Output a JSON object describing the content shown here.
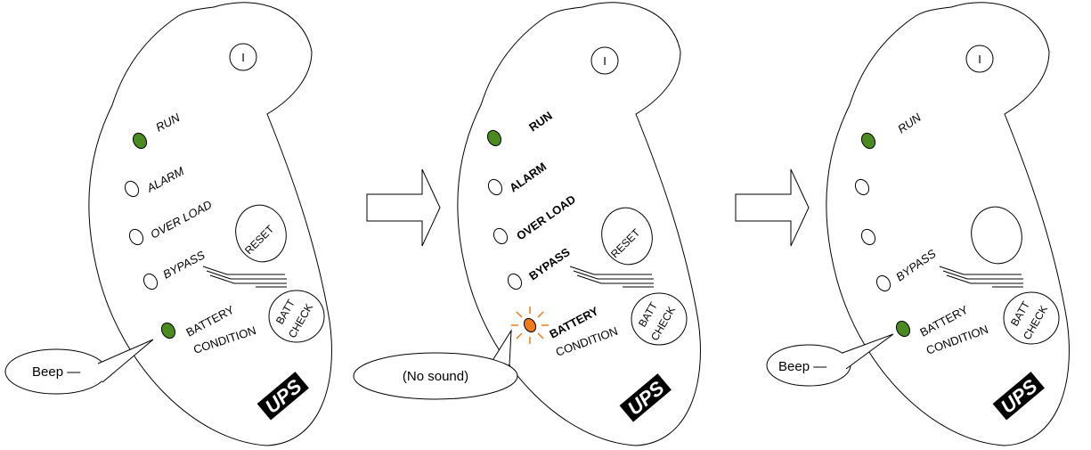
{
  "colors": {
    "led_on": "#4a8a1e",
    "led_off": "#ffffff",
    "led_blink": "#f07a1a",
    "outline": "#000000",
    "ups_bg": "#000000"
  },
  "panels": [
    {
      "power_symbol": "I",
      "labels": {
        "run": "RUN",
        "alarm": "ALARM",
        "overload": "OVER LOAD",
        "bypass": "BYPASS",
        "battery": "BATTERY",
        "condition": "CONDITION"
      },
      "reset_button": {
        "line1": "RESET"
      },
      "batt_check_button": {
        "line1": "BATT",
        "line2": "CHECK"
      },
      "logo": "UPS",
      "leds": {
        "run": "on",
        "alarm": "off",
        "overload": "off",
        "bypass": "off",
        "battery": "on"
      },
      "callout": "Beep —"
    },
    {
      "power_symbol": "I",
      "labels": {
        "run": "RUN",
        "alarm": "ALARM",
        "overload": "OVER LOAD",
        "bypass": "BYPASS",
        "battery": "BATTERY",
        "condition": "CONDITION"
      },
      "reset_button": {
        "line1": "RESET"
      },
      "batt_check_button": {
        "line1": "BATT",
        "line2": "CHECK"
      },
      "logo": "UPS",
      "leds": {
        "run": "on",
        "alarm": "off",
        "overload": "off",
        "bypass": "off",
        "battery": "blinking"
      },
      "callout": "(No sound)"
    },
    {
      "power_symbol": "I",
      "labels": {
        "run": "RUN",
        "bypass": "BYPASS",
        "battery": "BATTERY",
        "condition": "CONDITION"
      },
      "batt_check_button": {
        "line1": "BATT",
        "line2": "CHECK"
      },
      "logo": "UPS",
      "leds": {
        "run": "on",
        "alarm": "off",
        "overload": "off",
        "bypass": "off",
        "battery": "on"
      },
      "callout": "Beep —"
    }
  ],
  "arrows": [
    "arrow-right-icon",
    "arrow-right-icon"
  ]
}
